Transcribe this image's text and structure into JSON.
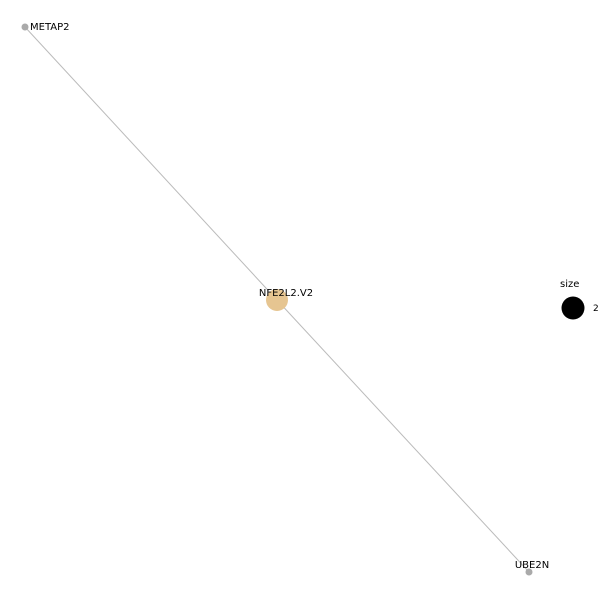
{
  "graph": {
    "nodes": [
      {
        "id": "METAP2",
        "label": "METAP2",
        "color": "#aaaaaa",
        "size_level": "small"
      },
      {
        "id": "NFE2L2.V2",
        "label": "NFE2L2.V2",
        "color": "#e6c591",
        "size_level": "large"
      },
      {
        "id": "UBE2N",
        "label": "UBE2N",
        "color": "#aaaaaa",
        "size_level": "small"
      }
    ],
    "edges": [
      {
        "source": "METAP2",
        "target": "NFE2L2.V2"
      },
      {
        "source": "NFE2L2.V2",
        "target": "UBE2N"
      }
    ],
    "edge_color": "#bbbbbb"
  },
  "legend": {
    "title": "size",
    "value": "2",
    "symbol_color": "#000000"
  }
}
